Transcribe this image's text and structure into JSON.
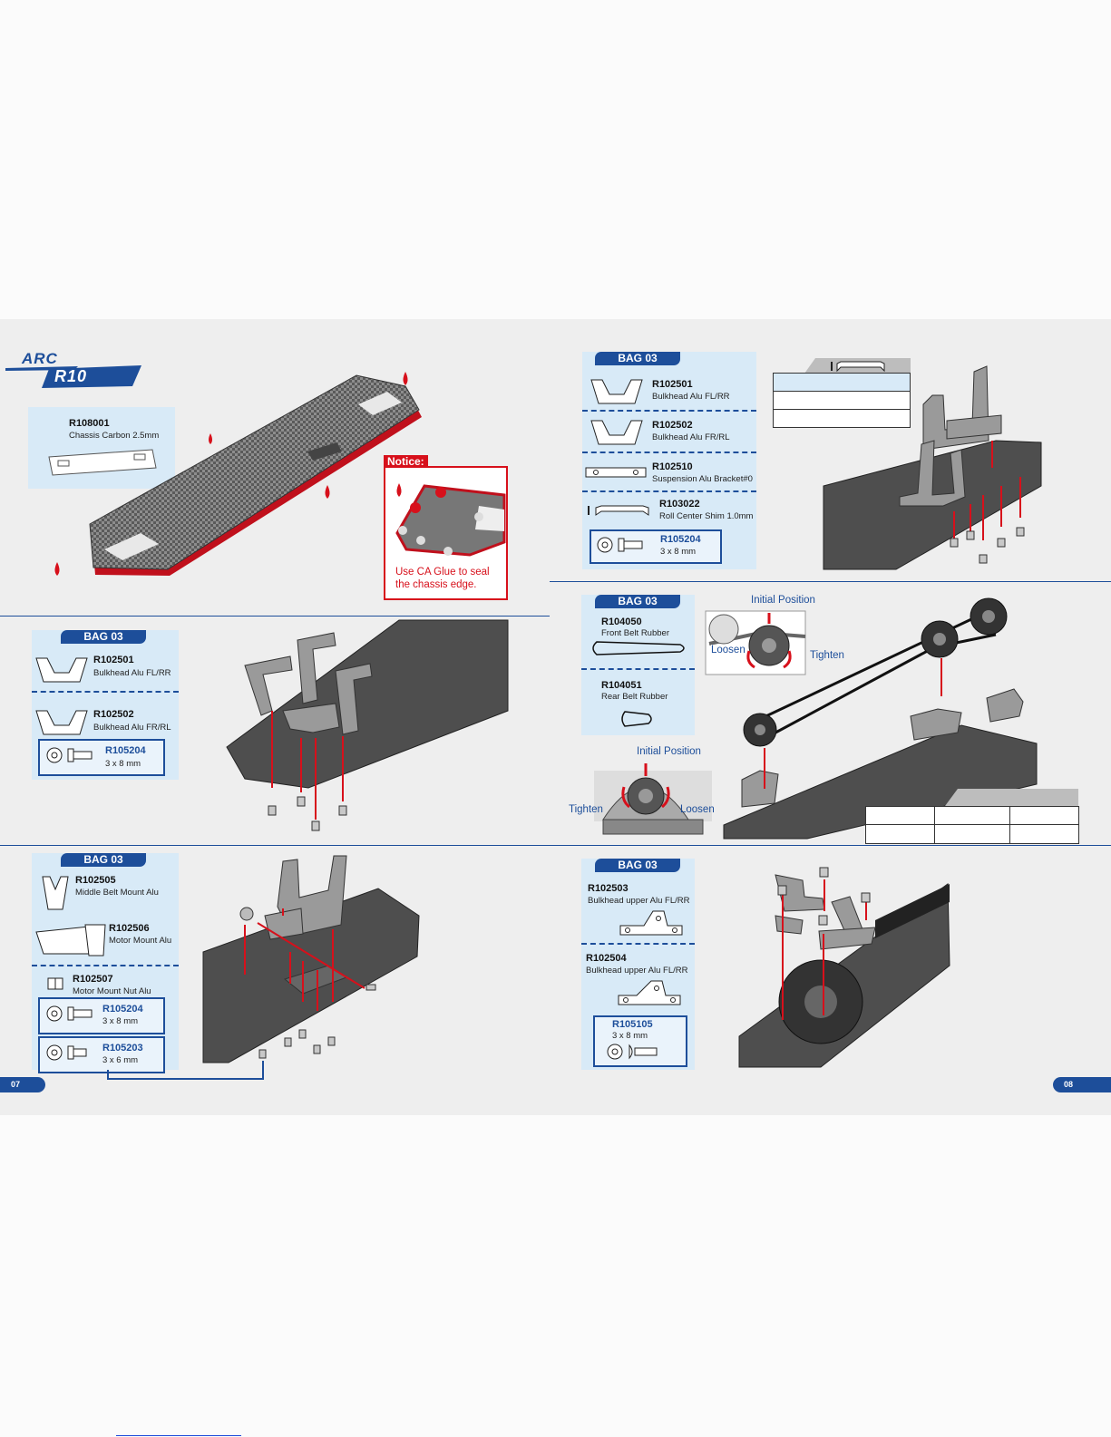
{
  "colors": {
    "accent": "#1d4e9a",
    "panel": "#d8eaf7",
    "glue": "#d7101b"
  },
  "logo": {
    "line1": "ARC",
    "line2": "R10"
  },
  "page_left": "07",
  "page_right": "08",
  "step1": {
    "code": "R108001",
    "desc": "Chassis Carbon 2.5mm",
    "notice_title": "Notice:",
    "notice_text": "Use CA Glue to seal the chassis edge."
  },
  "step2": {
    "bag": "BAG 03",
    "parts": [
      {
        "code": "R102501",
        "desc": "Bulkhead Alu FL/RR"
      },
      {
        "code": "R102502",
        "desc": "Bulkhead Alu FR/RL"
      }
    ],
    "screw": {
      "code": "R105204",
      "desc": "3 x 8 mm"
    }
  },
  "step3": {
    "bag": "BAG 03",
    "parts": [
      {
        "code": "R102505",
        "desc": "Middle Belt Mount Alu"
      },
      {
        "code": "R102506",
        "desc": "Motor Mount Alu"
      },
      {
        "code": "R102507",
        "desc": "Motor Mount Nut Alu"
      }
    ],
    "screws": [
      {
        "code": "R105204",
        "desc": "3 x 8 mm"
      },
      {
        "code": "R105203",
        "desc": "3 x 6 mm"
      }
    ]
  },
  "step4": {
    "bag": "BAG 03",
    "parts": [
      {
        "code": "R102501",
        "desc": "Bulkhead Alu FL/RR"
      },
      {
        "code": "R102502",
        "desc": "Bulkhead Alu FR/RL"
      },
      {
        "code": "R102510",
        "desc": "Suspension Alu Bracket#0"
      },
      {
        "code": "R103022",
        "desc": "Roll Center Shim 1.0mm"
      }
    ],
    "screw": {
      "code": "R105204",
      "desc": "3 x 8 mm"
    }
  },
  "step5": {
    "bag": "BAG 03",
    "parts": [
      {
        "code": "R104050",
        "desc": "Front Belt Rubber"
      },
      {
        "code": "R104051",
        "desc": "Rear Belt Rubber"
      }
    ],
    "initial_position": "Initial Position",
    "loosen": "Loosen",
    "tighten": "Tighten"
  },
  "step6": {
    "bag": "BAG 03",
    "parts": [
      {
        "code": "R102503",
        "desc": "Bulkhead upper Alu FL/RR"
      },
      {
        "code": "R102504",
        "desc": "Bulkhead upper Alu FL/RR"
      }
    ],
    "screw": {
      "code": "R105105",
      "desc": "3 x 8 mm"
    }
  }
}
